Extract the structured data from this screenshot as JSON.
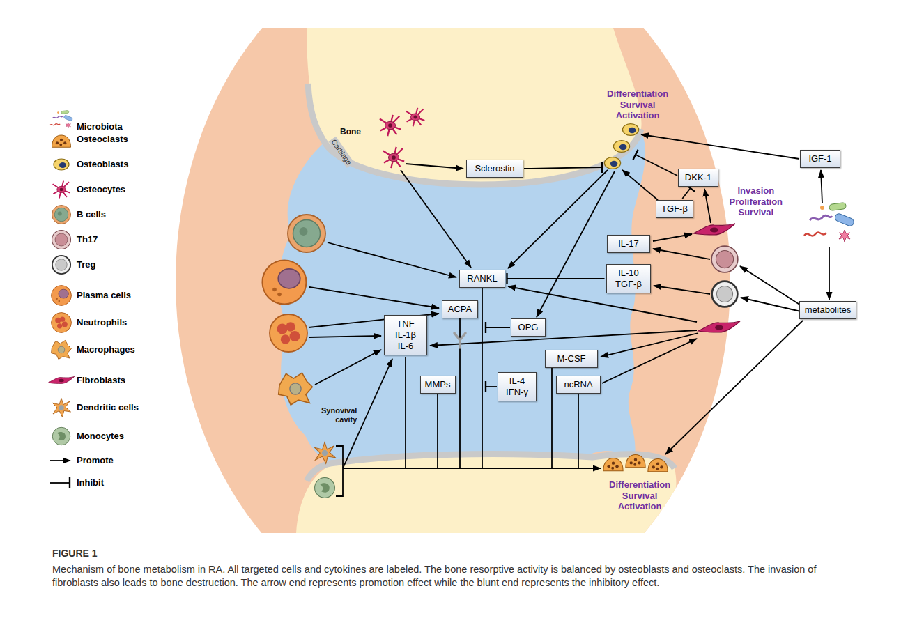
{
  "diagram": {
    "title": "FIGURE 1",
    "caption": "Mechanism of bone metabolism in RA. All targeted cells and cytokines are labeled. The bone resorptive activity is balanced by osteoblasts and osteoclasts. The invasion of fibroblasts also leads to bone destruction. The arrow end represents promotion effect while the blunt end represents the inhibitory effect.",
    "nodes": [
      {
        "text": [
          "Sclerostin"
        ]
      },
      {
        "text": [
          "IGF-1"
        ]
      },
      {
        "text": [
          "DKK-1"
        ]
      },
      {
        "text": [
          "TGF-β"
        ]
      },
      {
        "text": [
          "IL-17"
        ]
      },
      {
        "text": [
          "RANKL"
        ]
      },
      {
        "text": [
          "IL-10",
          "TGF-β"
        ]
      },
      {
        "text": [
          "ACPA"
        ]
      },
      {
        "text": [
          "metabolites"
        ]
      },
      {
        "text": [
          "OPG"
        ]
      },
      {
        "text": [
          "TNF",
          "IL-1β",
          "IL-6"
        ]
      },
      {
        "text": [
          "M-CSF"
        ]
      },
      {
        "text": [
          "MMPs"
        ]
      },
      {
        "text": [
          "IL-4",
          "IFN-γ"
        ]
      },
      {
        "text": [
          "ncRNA"
        ]
      }
    ],
    "edges": [
      {
        "from": 3,
        "to": 2,
        "arrow": "to"
      },
      {
        "from": 6,
        "to": 5,
        "arrow": "to"
      }
    ],
    "labels": [
      "Bone",
      "Cartilage",
      "Differentiation Survival Activation",
      "Invasion Proliferation Survival",
      "Synovival cavity",
      "Differentiation Survival Activation"
    ],
    "legend": [
      {
        "text": "Microbiota"
      },
      {
        "text": "Osteoclasts"
      },
      {
        "text": "Osteoblasts"
      },
      {
        "text": "Osteocytes"
      },
      {
        "text": "B cells"
      },
      {
        "text": "Th17"
      },
      {
        "text": "Treg"
      },
      {
        "text": "Plasma cells"
      },
      {
        "text": "Neutrophils"
      },
      {
        "text": "Macrophages"
      },
      {
        "text": "Fibroblasts"
      },
      {
        "text": "Dendritic cells"
      },
      {
        "text": "Monocytes"
      },
      {
        "text": "Promote"
      },
      {
        "text": "Inhibit"
      }
    ]
  }
}
